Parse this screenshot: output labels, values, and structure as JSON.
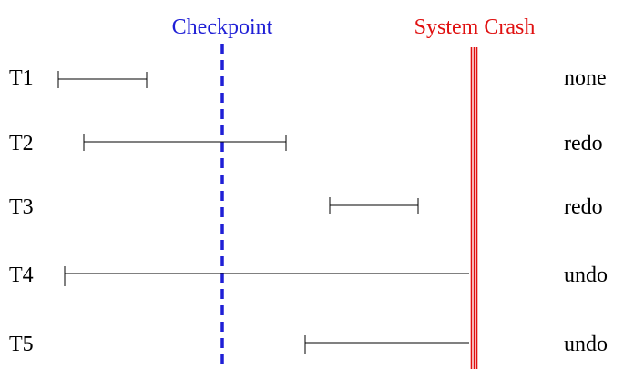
{
  "checkpoint": {
    "label": "Checkpoint",
    "color": "#1f1fd6"
  },
  "crash": {
    "label": "System Crash",
    "color": "#e01010"
  },
  "transactions": [
    {
      "name": "T1",
      "action": "none"
    },
    {
      "name": "T2",
      "action": "redo"
    },
    {
      "name": "T3",
      "action": "redo"
    },
    {
      "name": "T4",
      "action": "undo"
    },
    {
      "name": "T5",
      "action": "undo"
    }
  ]
}
